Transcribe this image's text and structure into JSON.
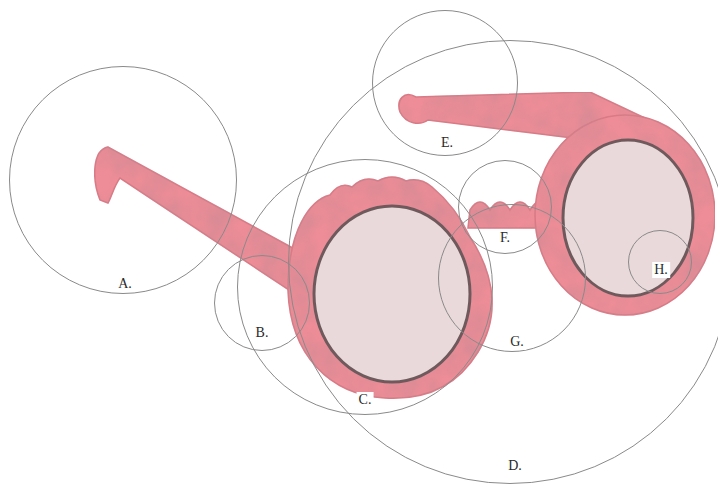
{
  "diagram": {
    "nodes": [
      {
        "text": [
          "A."
        ]
      },
      {
        "text": [
          "B."
        ]
      },
      {
        "text": [
          "C."
        ]
      },
      {
        "text": [
          "D."
        ]
      },
      {
        "text": [
          "E."
        ]
      },
      {
        "text": [
          "F."
        ]
      },
      {
        "text": [
          "G."
        ]
      },
      {
        "text": [
          "H."
        ]
      }
    ]
  }
}
